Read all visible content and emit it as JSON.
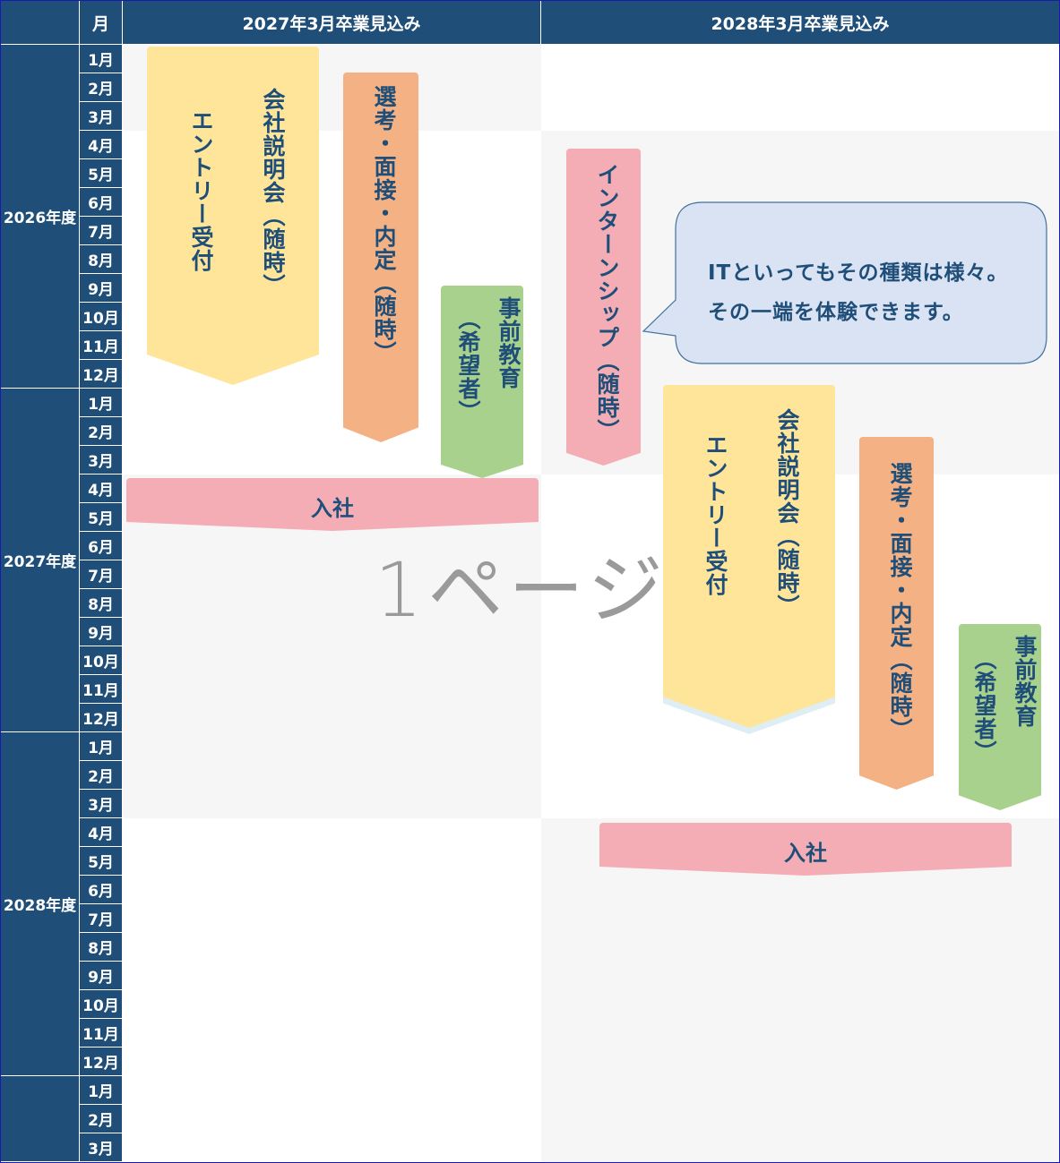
{
  "header": {
    "month_label": "月",
    "col1": "2027年3月卒業見込み",
    "col2": "2028年3月卒業見込み"
  },
  "years": [
    {
      "label": "2026年度",
      "months": [
        "1月",
        "2月",
        "3月",
        "4月",
        "5月",
        "6月",
        "7月",
        "8月",
        "9月",
        "10月",
        "11月",
        "12月"
      ]
    },
    {
      "label": "2027年度",
      "months": [
        "1月",
        "2月",
        "3月",
        "4月",
        "5月",
        "6月",
        "7月",
        "8月",
        "9月",
        "10月",
        "11月",
        "12月"
      ]
    },
    {
      "label": "2028年度",
      "months": [
        "1月",
        "2月",
        "3月",
        "4月",
        "5月",
        "6月",
        "7月",
        "8月",
        "9月",
        "10月",
        "11月",
        "12月"
      ]
    },
    {
      "label": "",
      "months": [
        "1月",
        "2月",
        "3月"
      ]
    }
  ],
  "watermark": "1ページ",
  "col1": {
    "company_info": "会社説明会（随時）",
    "entry": "エントリー受付",
    "selection": "選考・面接・内定（随時）",
    "pre_edu": "事前教育",
    "pre_edu_note": "（希望者）",
    "join": "入社"
  },
  "col2": {
    "internship": "インターンシップ（随時）",
    "callout": [
      "ITといってもその種類は様々。",
      "その一端を体験できます。"
    ],
    "company_info": "会社説明会（随時）",
    "entry": "エントリー受付",
    "selection": "選考・面接・内定（随時）",
    "pre_edu": "事前教育",
    "pre_edu_note": "（希望者）",
    "join": "入社"
  },
  "colors": {
    "navy": "#1f4e79",
    "yellow": "#fee59a",
    "orange": "#f4b183",
    "green": "#a9d18e",
    "pink": "#f4adb5",
    "callout": "#dae3f3",
    "band": "#f6f6f6"
  }
}
